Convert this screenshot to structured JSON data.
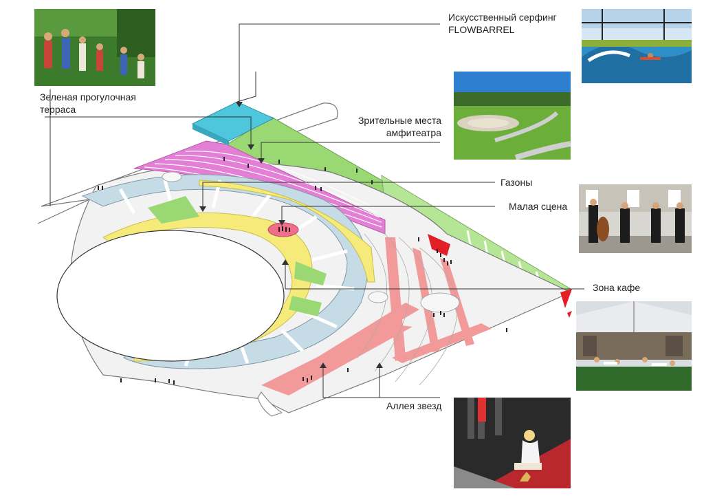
{
  "labels": {
    "surf_line1": "Искусственный серфинг",
    "surf_line2": "FLOWBARREL",
    "terrace_line1": "Зеленая  прогулочная",
    "terrace_line2": "терраса",
    "amph_line1": "Зрительные места",
    "amph_line2": "амфитеатра",
    "lawns": "Газоны",
    "stage": "Малая сцена",
    "cafe": "Зона кафе",
    "stars": "Аллея звезд"
  },
  "colors": {
    "terrace_blue": "#4ec6dc",
    "lawn_green": "#9ad873",
    "amph_magenta": "#e47fd6",
    "walk_yellow": "#f5ea7a",
    "glass_blue": "#c5dce6",
    "stars_red": "#f29a9a",
    "cafe_red": "#e41e26",
    "stage_pink": "#ef6f8a",
    "line_dark": "#333333"
  }
}
